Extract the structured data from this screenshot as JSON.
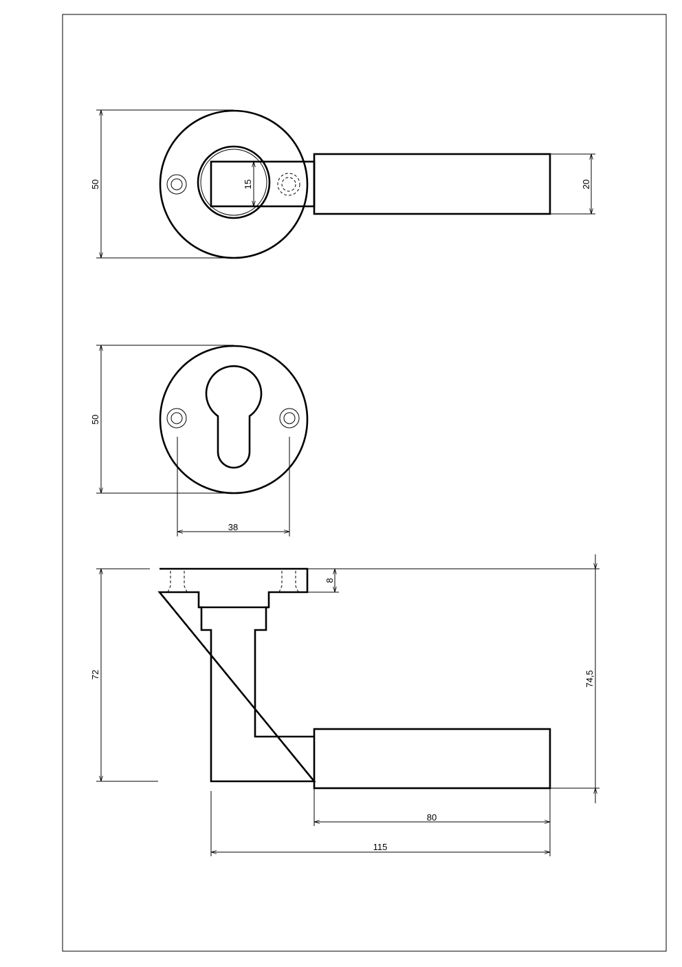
{
  "drawing": {
    "title": "Door lever handle with round rose and escutcheon",
    "dimensions": {
      "rose_diameter_top": "50",
      "square_spindle": "15",
      "lever_width": "20",
      "escutcheon_diameter": "50",
      "screw_hole_spacing": "38",
      "rose_thickness": "8",
      "height_to_lever_bottom": "72",
      "total_height": "74,5",
      "lever_grip_length": "80",
      "total_projection": "115"
    }
  }
}
